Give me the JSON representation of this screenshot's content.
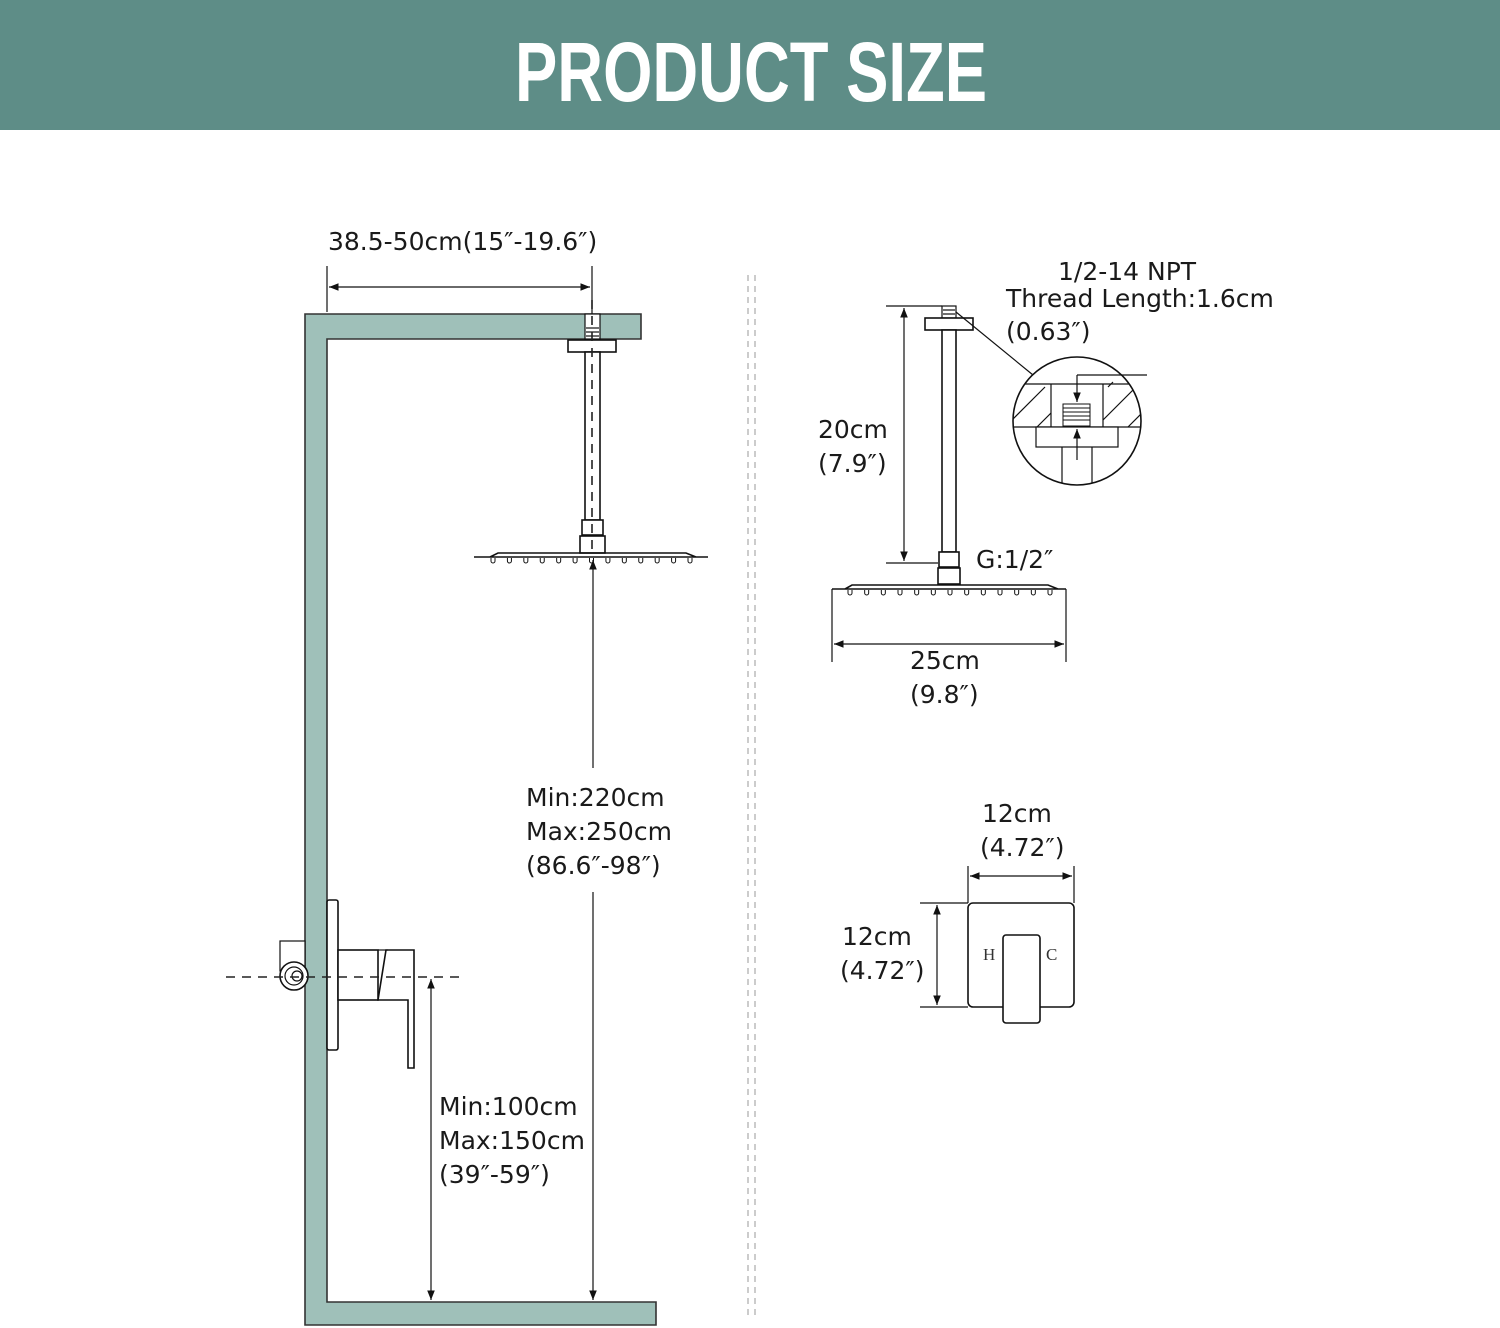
{
  "header": {
    "title": "PRODUCT SIZE",
    "background": "#5e8d87"
  },
  "colors": {
    "wall": "#9fc0b9",
    "line": "#111111"
  },
  "left_view": {
    "arm_length": "38.5-50cm(15″-19.6″)",
    "shower_height": [
      "Min:220cm",
      "Max:250cm",
      "(86.6″-98″)"
    ],
    "valve_height": [
      "Min:100cm",
      "Max:150cm",
      "(39″-59″)"
    ]
  },
  "head_view": {
    "thread": [
      "1/2-14 NPT",
      "Thread Length:1.6cm",
      "(0.63″)"
    ],
    "arm": [
      "20cm",
      "(7.9″)"
    ],
    "connector": "G:1/2″",
    "head_width": [
      "25cm",
      "(9.8″)"
    ]
  },
  "trim_view": {
    "width": [
      "12cm",
      "(4.72″)"
    ],
    "height": [
      "12cm",
      "(4.72″)"
    ],
    "hot_label": "H",
    "cold_label": "C"
  }
}
